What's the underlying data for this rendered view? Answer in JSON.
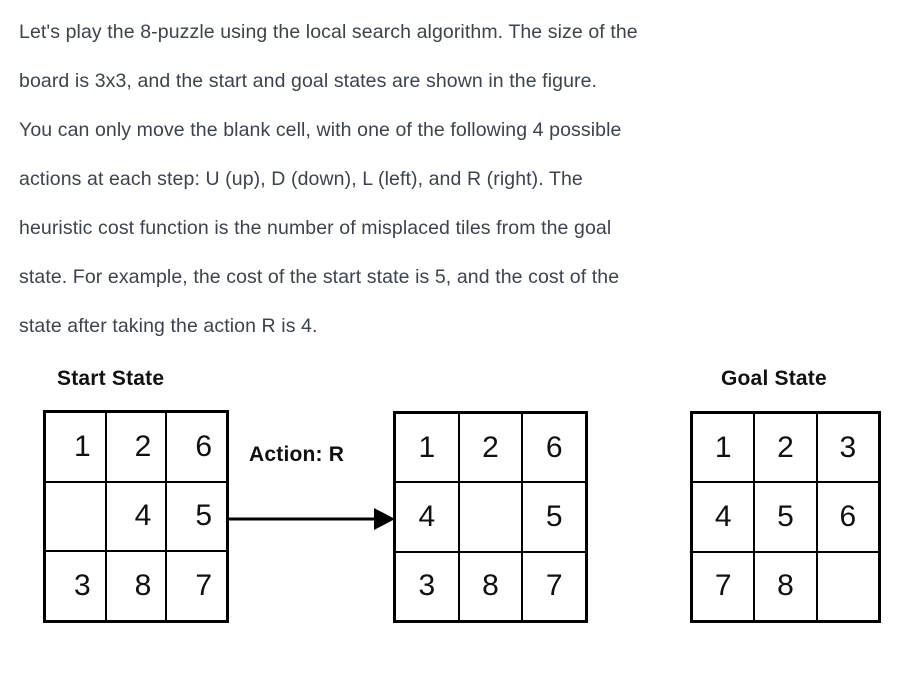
{
  "problem": {
    "lines": [
      "Let's play the 8-puzzle using the local search algorithm. The size of the",
      "board is 3x3, and the start and goal states are shown in the figure.",
      "You can only move the blank cell, with one of the following 4 possible",
      "actions at each step: U (up), D (down), L (left), and R (right). The",
      "heuristic cost function is the number of misplaced tiles from the goal",
      "state. For example, the cost of the start state is 5, and the cost of the",
      "state after taking the action R is 4."
    ],
    "text_color": "#3d434d"
  },
  "figure": {
    "start_caption": "Start State",
    "goal_caption": "Goal State",
    "action_label": "Action: R",
    "arrow_icon": "right-arrow-icon",
    "line_color": "#000000",
    "board_size": "3x3",
    "start_state": {
      "rows": [
        [
          "1",
          "2",
          "6"
        ],
        [
          "",
          "4",
          "5"
        ],
        [
          "3",
          "8",
          "7"
        ]
      ],
      "blank_position": [
        1,
        0
      ],
      "cost": 5
    },
    "after_action_state": {
      "rows": [
        [
          "1",
          "2",
          "6"
        ],
        [
          "4",
          "",
          "5"
        ],
        [
          "3",
          "8",
          "7"
        ]
      ],
      "blank_position": [
        1,
        1
      ],
      "cost": 4
    },
    "goal_state": {
      "rows": [
        [
          "1",
          "2",
          "3"
        ],
        [
          "4",
          "5",
          "6"
        ],
        [
          "7",
          "8",
          ""
        ]
      ],
      "blank_position": [
        2,
        2
      ]
    }
  }
}
